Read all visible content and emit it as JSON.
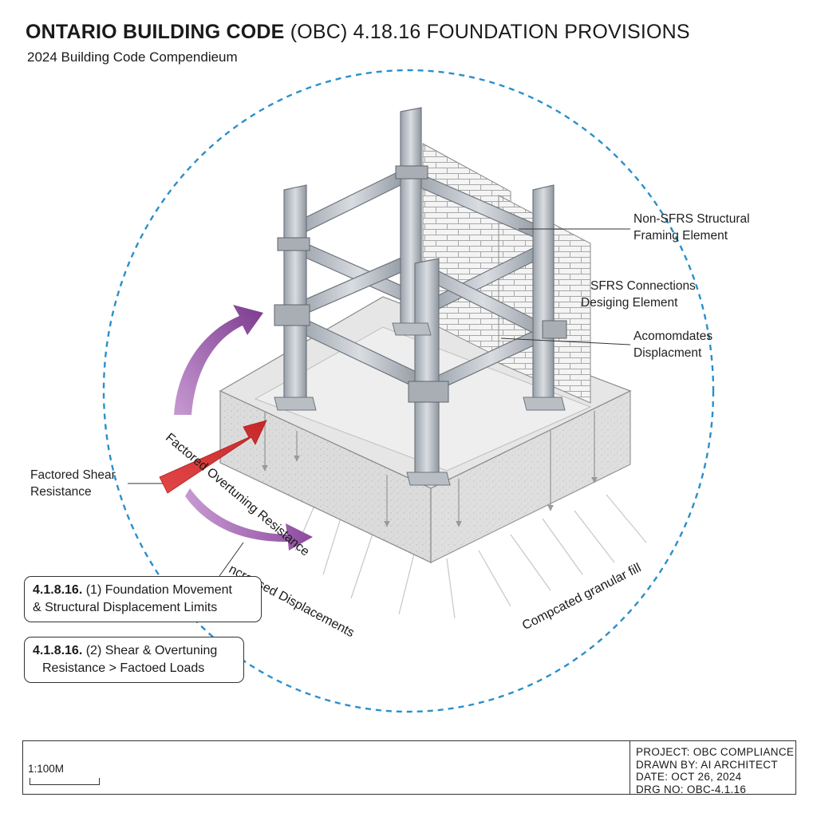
{
  "header": {
    "title_bold": "ONTARIO BUILDING CODE",
    "title_rest": " (OBC) 4.18.16 FOUNDATION PROVISIONS",
    "subtitle": "2024 Building Code Compendieum"
  },
  "labels": {
    "non_sfrs": [
      "Non-SFRS Structural",
      "Framing Element"
    ],
    "sfrs": [
      "SFRS Connections",
      "Desiging Element"
    ],
    "accommodates": [
      "Acomomdates",
      "Displacment"
    ],
    "factored_shear": [
      "Factored Shear",
      "Resistance"
    ],
    "arc_text": "Factored Overtuning Resistance",
    "increased": "ncreased Displacements",
    "compacted": "Compcated granular fill"
  },
  "callouts": {
    "c1": {
      "clause": "4.1.8.16.",
      "line1": " (1) Foundation Movement",
      "line2": "& Structural Displacement Limits"
    },
    "c2": {
      "clause": "4.1.8.16.",
      "line1": " (2) Shear & Overtuning",
      "line2": "Resistance > Factoed Loads"
    }
  },
  "title_block": {
    "scale": "1:100M",
    "project": "PROJECT: OBC COMPLIANCE",
    "drawn_by": "DRAWN BY: AI ARCHITECT",
    "date": "DATE: OCT 26, 2024",
    "drg_no": "DRG NO: OBC-4.1.16"
  },
  "colors": {
    "boundary_dash": "#2a8fcb",
    "shear_arrow": "#d93a3a",
    "purple_arrow": "#8d4a9e",
    "steel": "#c3c8cf",
    "concrete": "#d9d9d9"
  }
}
